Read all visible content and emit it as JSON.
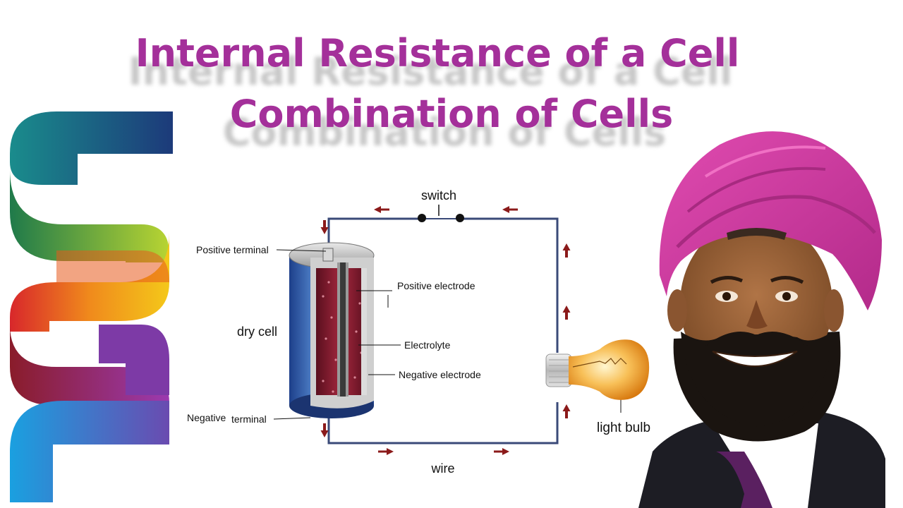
{
  "title": {
    "line1": "Internal Resistance of a Cell",
    "line2": "Combination of Cells"
  },
  "diagram": {
    "labels": {
      "switch": "switch",
      "dry_cell": "dry cell",
      "positive_terminal": "Positive terminal",
      "positive_electrode": "Positive electrode",
      "electrolyte": "Electrolyte",
      "negative_electrode": "Negative electrode",
      "negative_terminal_a": "Negative",
      "negative_terminal_b": "terminal",
      "light_bulb": "light bulb",
      "wire": "wire"
    }
  },
  "colors": {
    "title": "#a4309a",
    "wire": "#3a4a78",
    "arrow": "#8b1a1a",
    "turban": "#d43aa0"
  },
  "icons": [
    "brand-s-logo",
    "current-arrow-icon",
    "light-bulb-icon",
    "presenter-photo"
  ]
}
